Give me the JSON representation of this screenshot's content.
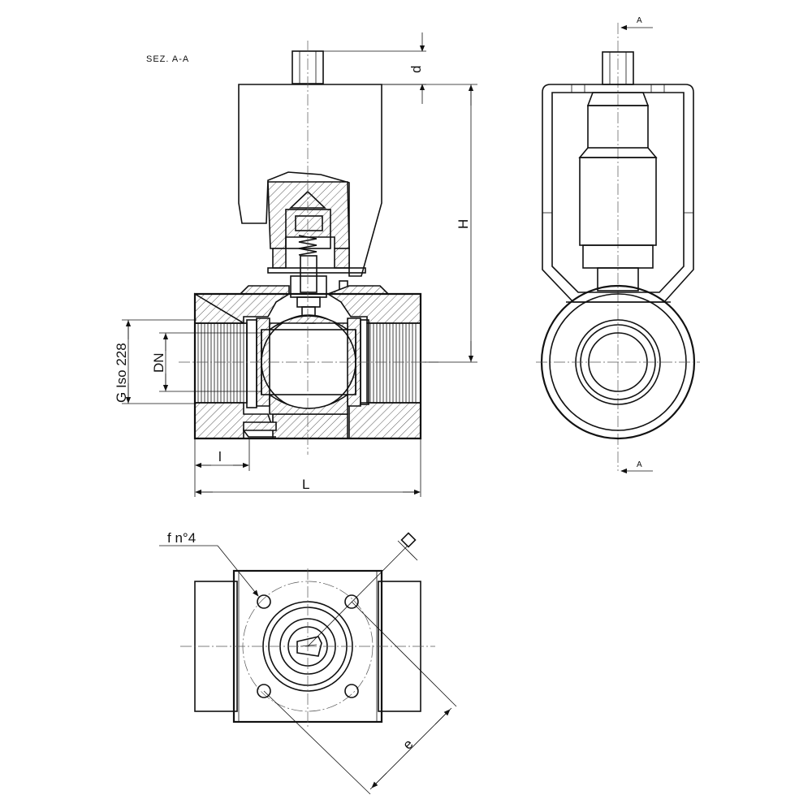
{
  "title": "SEZ. A-A",
  "section_marks": {
    "top": "A",
    "bottom": "A"
  },
  "dimensions": {
    "d": "d",
    "H": "H",
    "DN": "DN",
    "G": "G Iso 228",
    "l": "l",
    "L": "L",
    "f": "f n°4",
    "e": "e"
  }
}
